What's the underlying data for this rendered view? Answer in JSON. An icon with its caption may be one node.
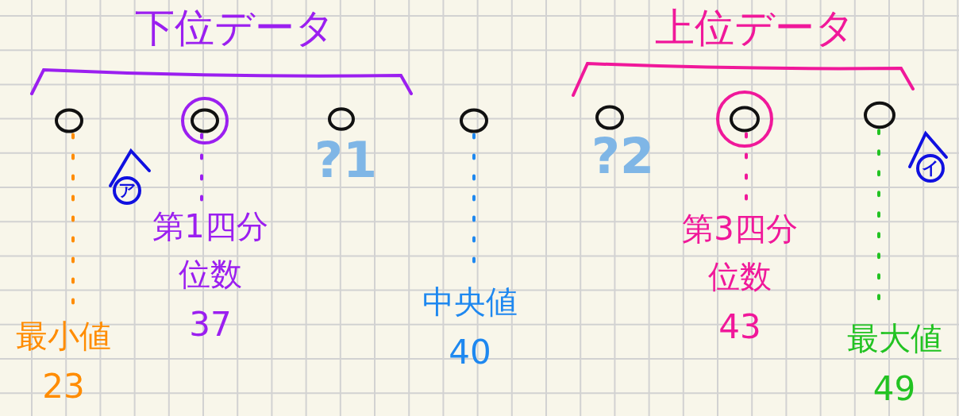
{
  "diagram": {
    "nodes": [
      {
        "text": [],
        "shape": "circle"
      },
      {
        "text": [],
        "shape": "circle"
      },
      {
        "text": [],
        "shape": "circle"
      },
      {
        "text": [],
        "shape": "circle"
      },
      {
        "text": [],
        "shape": "circle"
      },
      {
        "text": [],
        "shape": "circle"
      },
      {
        "text": [],
        "shape": "circle"
      },
      {
        "text": [
          "最小値",
          "23"
        ]
      },
      {
        "text": [
          "第1四分位数",
          "37"
        ]
      },
      {
        "text": [
          "中央値",
          "40"
        ]
      },
      {
        "text": [
          "第3四分位数",
          "43"
        ]
      },
      {
        "text": [
          "最大値",
          "49"
        ]
      },
      {
        "text": [
          "ア"
        ]
      },
      {
        "text": [
          "イ"
        ]
      }
    ],
    "edges": [
      {
        "from": 0,
        "to": 7,
        "arrow": "none",
        "style": "dashed",
        "color": "#ff8c00"
      },
      {
        "from": 1,
        "to": 8,
        "arrow": "none",
        "style": "dashed",
        "color": "#9b1ff0"
      },
      {
        "from": 3,
        "to": 9,
        "arrow": "none",
        "style": "dashed",
        "color": "#1e88f0"
      },
      {
        "from": 5,
        "to": 10,
        "arrow": "none",
        "style": "dashed",
        "color": "#f0189a"
      },
      {
        "from": 6,
        "to": 11,
        "arrow": "none",
        "style": "dashed",
        "color": "#22c322"
      }
    ],
    "labels": [
      "下位データ",
      "上位データ",
      "?1",
      "?2"
    ]
  }
}
